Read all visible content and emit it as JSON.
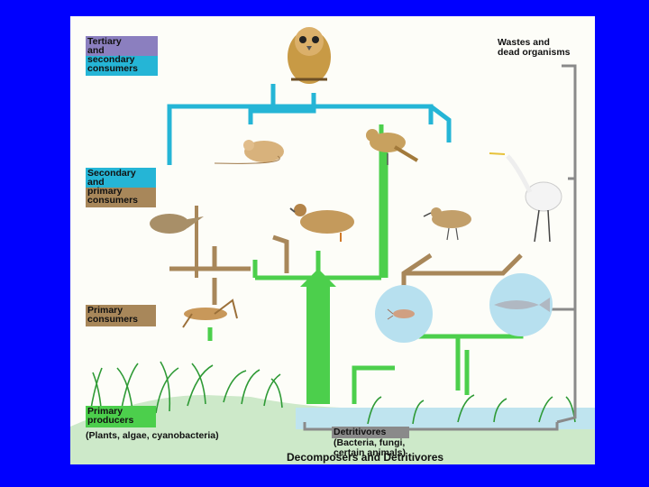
{
  "levels": {
    "tertiary": [
      "Tertiary",
      "and",
      "secondary",
      "consumers"
    ],
    "secondary": [
      "Secondary",
      "and",
      "primary",
      "consumers"
    ],
    "primary_consumers": [
      "Primary",
      "consumers"
    ],
    "primary_producers": [
      "Primary",
      "producers"
    ]
  },
  "producers_note": "(Plants, algae, cyanobacteria)",
  "wastes": [
    "Wastes and",
    "dead organisms"
  ],
  "detritivores": {
    "title": "Detritivores",
    "note": [
      "(Bacteria, fungi,",
      "certain animals)"
    ]
  },
  "footer": "Decomposers and Detritivores",
  "colors": {
    "frame": "#0000ff",
    "tertiary_a": "#8b7fbf",
    "tertiary_b": "#25b5d6",
    "secondary_a": "#25b5d6",
    "secondary_b": "#a8875a",
    "primary_consumer": "#a8875a",
    "producer": "#4ccf4c",
    "waste_arrow": "#8a8a8a"
  },
  "icons": [
    "owl-icon",
    "mouse-icon",
    "bird-icon",
    "shrew-icon",
    "duck-icon",
    "sandpiper-icon",
    "egret-icon",
    "grasshopper-icon",
    "zooplankton-icon",
    "fish-icon",
    "plants-icon"
  ]
}
